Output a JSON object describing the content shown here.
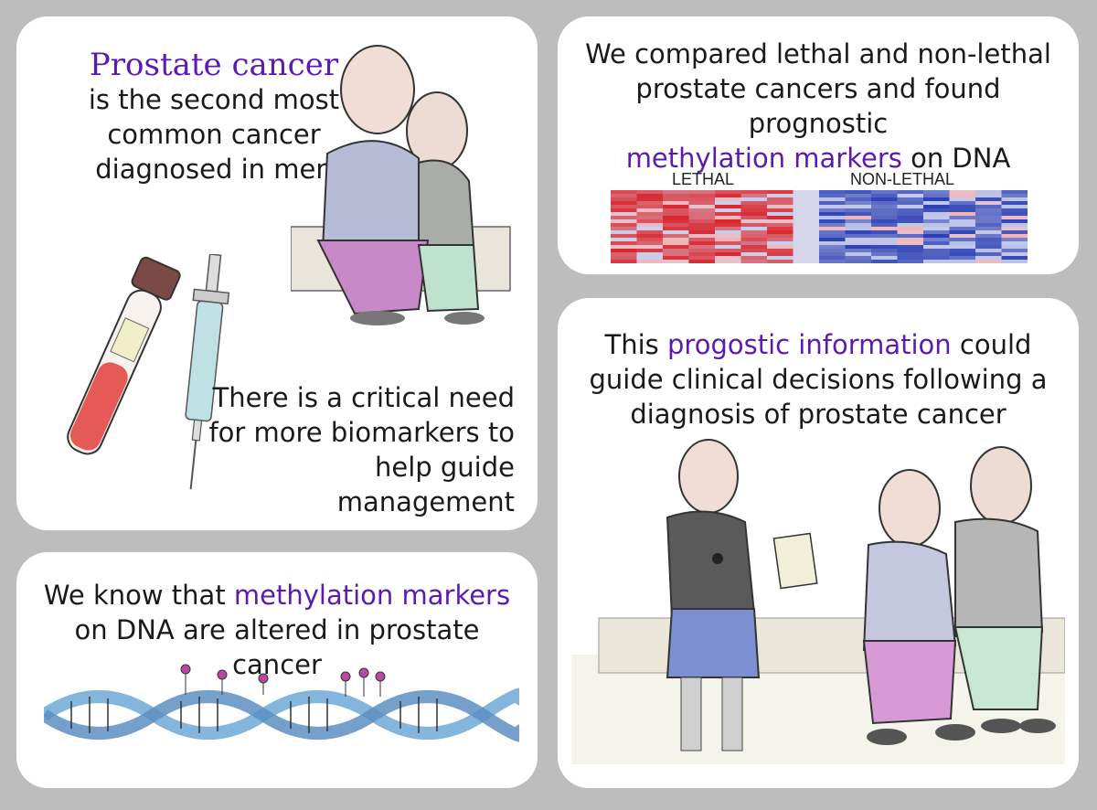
{
  "panel1": {
    "title": "Prostate cancer",
    "line1": "is the second most",
    "line2": "common cancer",
    "line3": "diagnosed in men",
    "need1": "There is a critical need",
    "need2": "for more biomarkers to",
    "need3": "help guide management"
  },
  "panel2": {
    "line1": "We know that",
    "highlight": "methylation markers",
    "line2": "on DNA are altered in prostate cancer"
  },
  "panel3": {
    "line1": "We compared lethal and non-lethal",
    "line2": "prostate cancers and found prognostic",
    "highlight": "methylation markers",
    "line3_tail": "on DNA",
    "label_lethal": "LETHAL",
    "label_nonlethal": "NON-LETHAL"
  },
  "panel4": {
    "line1_head": "This",
    "highlight": "progostic information",
    "line1_tail": "could",
    "line2": "guide clinical decisions following a",
    "line3": "diagnosis of prostate cancer"
  },
  "colors": {
    "highlight": "#5b1bb3",
    "lethal": "#d9262e",
    "nonlethal": "#2b40b5",
    "panel_bg": "#ffffff",
    "frame_bg": "#bdbdbd"
  }
}
